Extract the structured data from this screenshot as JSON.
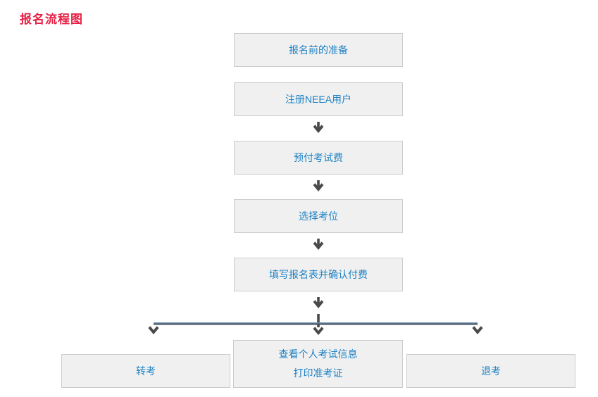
{
  "page": {
    "title": "报名流程图",
    "title_color": "#e62045",
    "background_color": "#ffffff"
  },
  "flowchart": {
    "steps": [
      {
        "label": "报名前的准备"
      },
      {
        "label": "注册NEEA用户"
      },
      {
        "label": "预付考试费"
      },
      {
        "label": "选择考位"
      },
      {
        "label": "填写报名表并确认付费"
      }
    ],
    "branches": {
      "left": {
        "label": "转考"
      },
      "center": {
        "line1": "查看个人考试信息",
        "line2": "打印准考证"
      },
      "right": {
        "label": "退考"
      }
    },
    "style": {
      "box_background": "#f0f0f0",
      "box_border": "#cccccc",
      "box_text_color": "#1d82c4",
      "arrow_color": "#4a4a4a",
      "connector_line_color": "#44505b",
      "connector_line_highlight": "#6f92b4"
    }
  }
}
